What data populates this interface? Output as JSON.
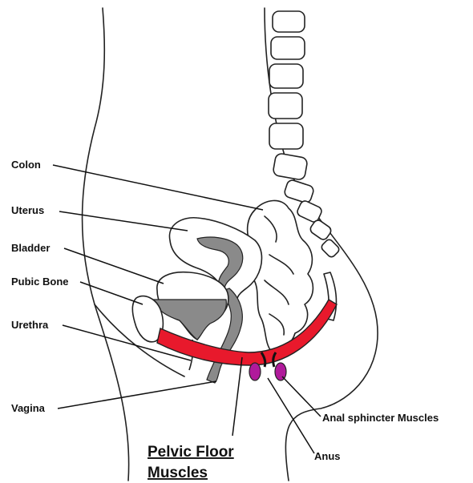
{
  "labels": {
    "colon": "Colon",
    "uterus": "Uterus",
    "bladder": "Bladder",
    "pubic_bone": "Pubic Bone",
    "urethra": "Urethra",
    "vagina": "Vagina",
    "anal_sphincter": "Anal sphincter Muscles",
    "anus": "Anus"
  },
  "title": {
    "line1": "Pelvic Floor",
    "line2": "Muscles"
  },
  "colors": {
    "pelvic_floor": "#e8192c",
    "sphincter": "#b01a9b",
    "organ_fill": "#8a8a8a",
    "outline": "#222222",
    "background": "#ffffff"
  }
}
